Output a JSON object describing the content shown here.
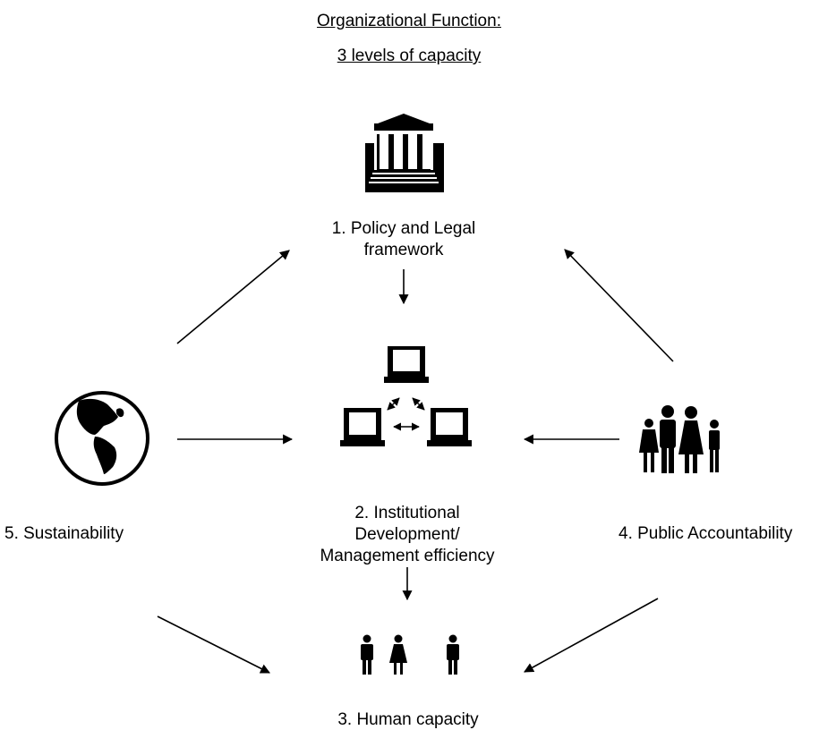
{
  "title": {
    "line1": "Organizational Function:",
    "line2": "3 levels of capacity"
  },
  "nodes": {
    "policy": {
      "line1": "1. Policy and Legal",
      "line2": "framework",
      "icon": "courthouse-icon"
    },
    "institutional": {
      "line1": "2.  Institutional",
      "line2": "Development/",
      "line3": "Management efficiency",
      "icon": "networked-computers-icon"
    },
    "human": {
      "label": "3.  Human capacity",
      "icon": "people-icon"
    },
    "public": {
      "label": "4. Public Accountability",
      "icon": "family-icon"
    },
    "sustainability": {
      "label": "5.  Sustainability",
      "icon": "globe-icon"
    }
  },
  "edges": [
    {
      "from": "sustainability",
      "to": "policy"
    },
    {
      "from": "public",
      "to": "policy"
    },
    {
      "from": "policy",
      "to": "institutional"
    },
    {
      "from": "sustainability",
      "to": "institutional"
    },
    {
      "from": "public",
      "to": "institutional"
    },
    {
      "from": "institutional",
      "to": "human"
    },
    {
      "from": "sustainability",
      "to": "human"
    },
    {
      "from": "public",
      "to": "human"
    }
  ]
}
